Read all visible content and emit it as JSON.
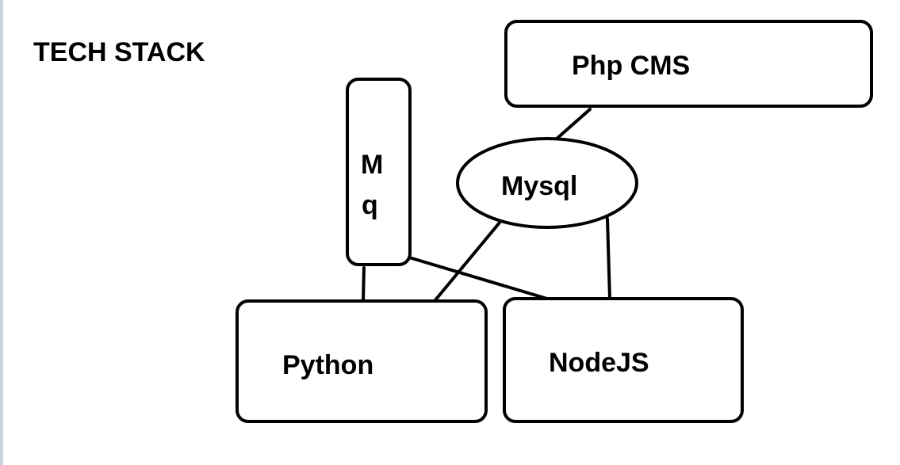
{
  "diagram": {
    "title": "TECH STACK",
    "nodes": {
      "php_cms": {
        "label": "Php CMS",
        "shape": "rounded-rect"
      },
      "mq": {
        "label_lines": [
          "M",
          "q"
        ],
        "shape": "rounded-rect"
      },
      "mysql": {
        "label": "Mysql",
        "shape": "ellipse"
      },
      "python": {
        "label": "Python",
        "shape": "rounded-rect"
      },
      "nodejs": {
        "label": "NodeJS",
        "shape": "rounded-rect"
      }
    },
    "edges": [
      {
        "from": "php_cms",
        "to": "mysql"
      },
      {
        "from": "mysql",
        "to": "python"
      },
      {
        "from": "mysql",
        "to": "nodejs"
      },
      {
        "from": "mq",
        "to": "python"
      },
      {
        "from": "mq",
        "to": "nodejs"
      }
    ],
    "colors": {
      "stroke": "#000000",
      "fill": "#ffffff",
      "left_edge": "#c9d3e3"
    }
  }
}
